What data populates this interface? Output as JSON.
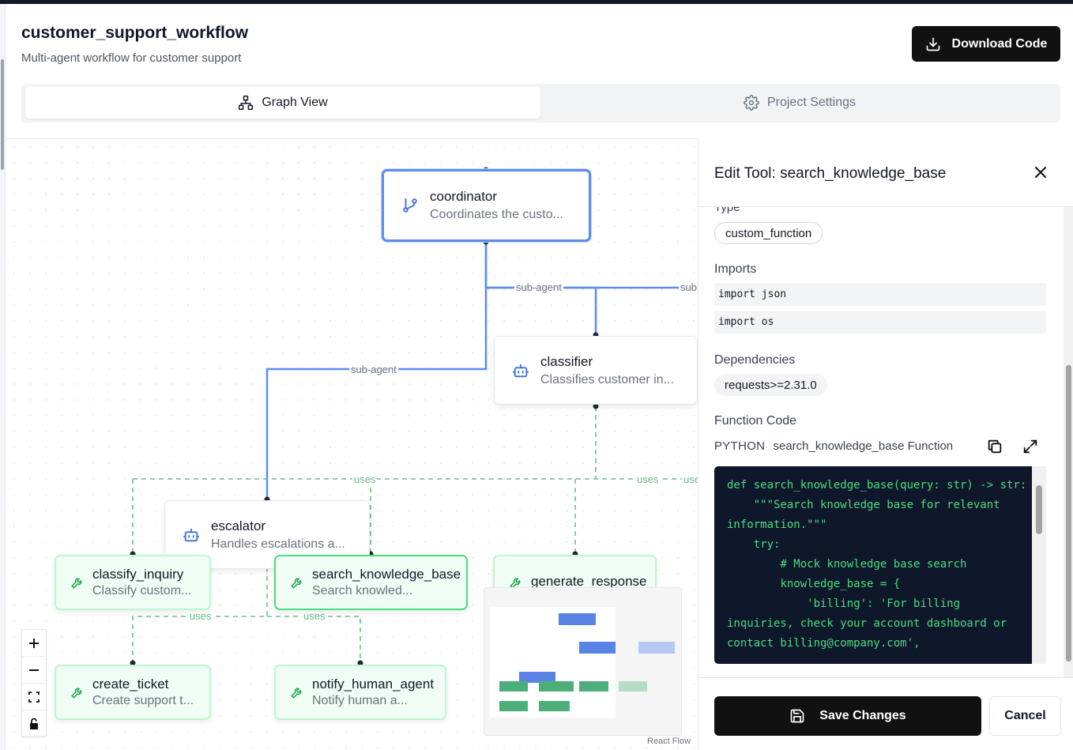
{
  "header": {
    "title": "customer_support_workflow",
    "subtitle": "Multi-agent workflow for customer support",
    "download_label": "Download Code"
  },
  "tabs": [
    {
      "label": "Graph View",
      "active": true,
      "icon": "graph-icon"
    },
    {
      "label": "Project Settings",
      "active": false,
      "icon": "gear-icon"
    }
  ],
  "graph": {
    "nodes": {
      "coordinator": {
        "name": "coordinator",
        "desc": "Coordinates the custo...",
        "icon": "branch-icon"
      },
      "classifier": {
        "name": "classifier",
        "desc": "Classifies customer in...",
        "icon": "robot-icon"
      },
      "escalator": {
        "name": "escalator",
        "desc": "Handles escalations a...",
        "icon": "robot-icon"
      },
      "classify_inquiry": {
        "name": "classify_inquiry",
        "desc": "Classify custom...",
        "icon": "wrench-icon"
      },
      "search_knowledge_base": {
        "name": "search_knowledge_base",
        "desc": "Search knowled...",
        "icon": "wrench-icon"
      },
      "generate_response": {
        "name": "generate_response",
        "desc": "",
        "icon": "wrench-icon"
      },
      "create_ticket": {
        "name": "create_ticket",
        "desc": "Create support t...",
        "icon": "wrench-icon"
      },
      "notify_human_agent": {
        "name": "notify_human_agent",
        "desc": "Notify human a...",
        "icon": "wrench-icon"
      }
    },
    "edge_labels": {
      "sub_agent": "sub-agent",
      "sub_clipped": "sub",
      "uses": "uses",
      "use_clipped": "use"
    },
    "attribution": "React Flow",
    "colors": {
      "agent_edge": "#5b8dee",
      "tool_edge": "#6bbf8a",
      "selected_border": "#5b8dee"
    }
  },
  "panel": {
    "title": "Edit Tool: search_knowledge_base",
    "type_label": "Type",
    "type_value": "custom_function",
    "imports_label": "Imports",
    "imports": [
      "import json",
      "import os"
    ],
    "dependencies_label": "Dependencies",
    "dependencies": [
      "requests>=2.31.0"
    ],
    "function_code_label": "Function Code",
    "code_lang": "PYTHON",
    "code_title": "search_knowledge_base Function",
    "code": "def search_knowledge_base(query: str) -> str:\n    \"\"\"Search knowledge base for relevant information.\"\"\"\n    try:\n        # Mock knowledge base search\n        knowledge_base = {\n            'billing': 'For billing inquiries, check your account dashboard or contact billing@company.com',",
    "save_label": "Save Changes",
    "cancel_label": "Cancel"
  }
}
